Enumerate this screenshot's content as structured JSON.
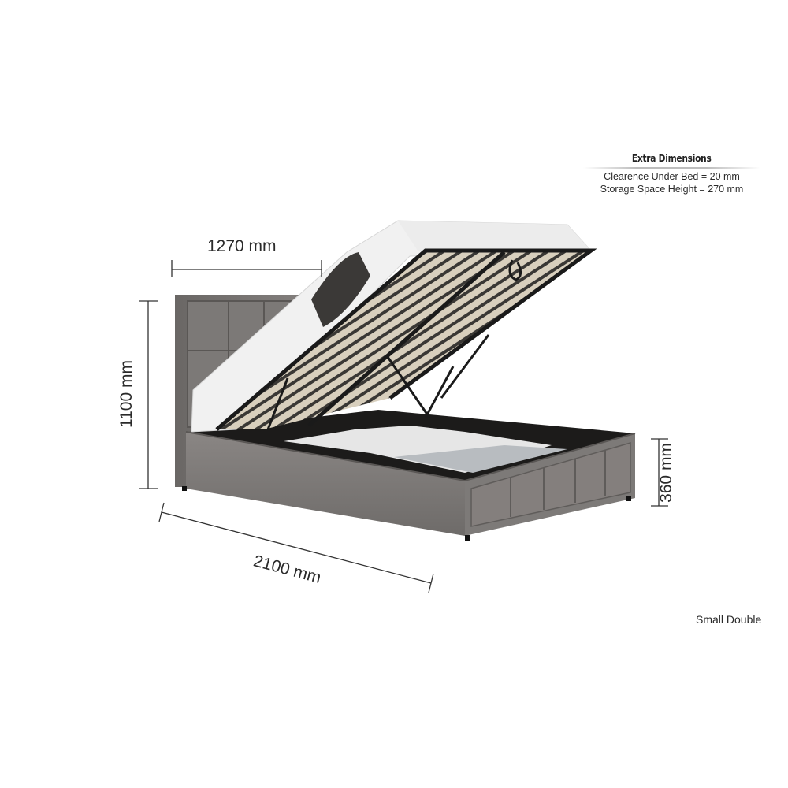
{
  "extra_dimensions": {
    "title": "Extra Dimensions",
    "lines": [
      "Clearence Under Bed = 20 mm",
      "Storage Space Height = 270 mm"
    ]
  },
  "dimensions": {
    "width": "1270 mm",
    "height": "1100 mm",
    "side_height": "360 mm",
    "length": "2100 mm"
  },
  "size_label": "Small Double",
  "colors": {
    "upholstery": "#7d7a78",
    "upholstery_dark": "#5f5c5a",
    "frame": "#1e1e1e",
    "slat": "#cfc6b4",
    "mattress": "#f2f2f2",
    "dimension_line": "#333333"
  },
  "product": {
    "description": "Grey fabric ottoman storage bed with lifted gas-strut base"
  }
}
